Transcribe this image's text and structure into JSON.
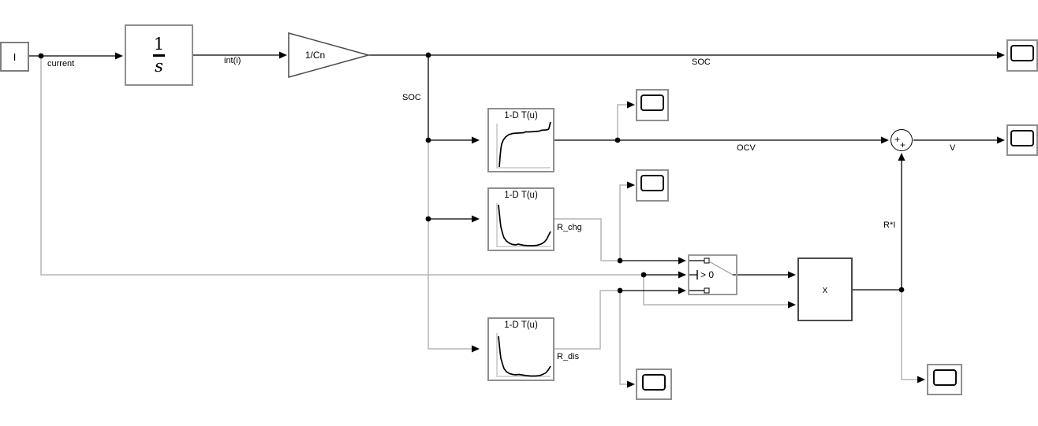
{
  "diagram": {
    "background": "#ffffff",
    "colors": {
      "wire_black": "#000000",
      "wire_dim": "#b5b5b5",
      "block_border_gray": "#8f8f8f",
      "block_border_dark": "#4b4b4b",
      "lut_axis_gray": "#c9c9c9"
    },
    "blocks": {
      "inport": {
        "label": "I"
      },
      "integrator": {
        "numerator": "1",
        "denominator": "s"
      },
      "gain": {
        "label": "1/Cn"
      },
      "lut_ocv": {
        "title": "1-D T(u)"
      },
      "lut_rchg": {
        "title": "1-D T(u)"
      },
      "lut_rdis": {
        "title": "1-D T(u)"
      },
      "switch": {
        "criteria": "> 0"
      },
      "product": {
        "label": "x"
      },
      "sum": {
        "sign_left": "+",
        "sign_bottom": "+"
      }
    },
    "labels": {
      "current": "current",
      "int_i": "int(i)",
      "soc_top": "SOC",
      "soc_branch": "SOC",
      "ocv": "OCV",
      "r_chg": "R_chg",
      "r_dis": "R_dis",
      "r_times_i": "R*I",
      "v": "V"
    }
  }
}
